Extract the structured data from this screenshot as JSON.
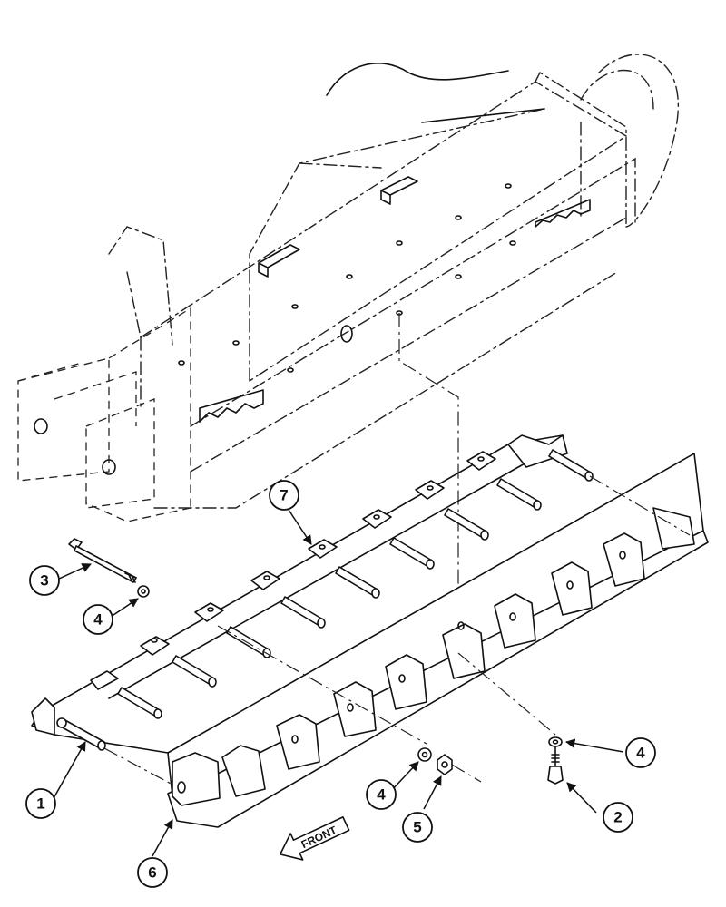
{
  "callouts": [
    {
      "id": "1",
      "label": "1"
    },
    {
      "id": "2",
      "label": "2"
    },
    {
      "id": "3",
      "label": "3"
    },
    {
      "id": "4a",
      "label": "4"
    },
    {
      "id": "4b",
      "label": "4"
    },
    {
      "id": "4c",
      "label": "4"
    },
    {
      "id": "5",
      "label": "5"
    },
    {
      "id": "6",
      "label": "6"
    },
    {
      "id": "7",
      "label": "7"
    }
  ],
  "front_arrow_label": "FRONT"
}
